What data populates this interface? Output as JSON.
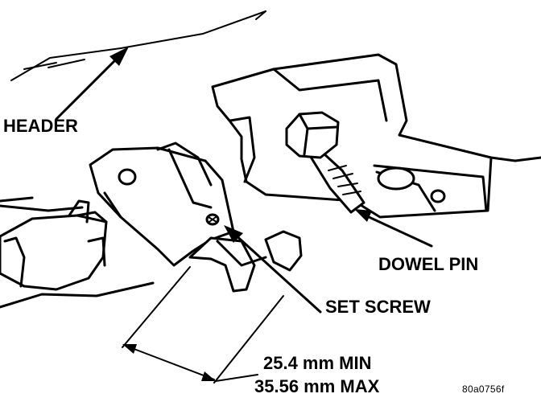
{
  "labels": {
    "header": "HEADER",
    "dowel_pin": "DOWEL PIN",
    "set_screw": "SET SCREW",
    "dimension_min": "25.4 mm MIN",
    "dimension_max": "35.56 mm MAX",
    "figure_id": "80a0756f"
  }
}
